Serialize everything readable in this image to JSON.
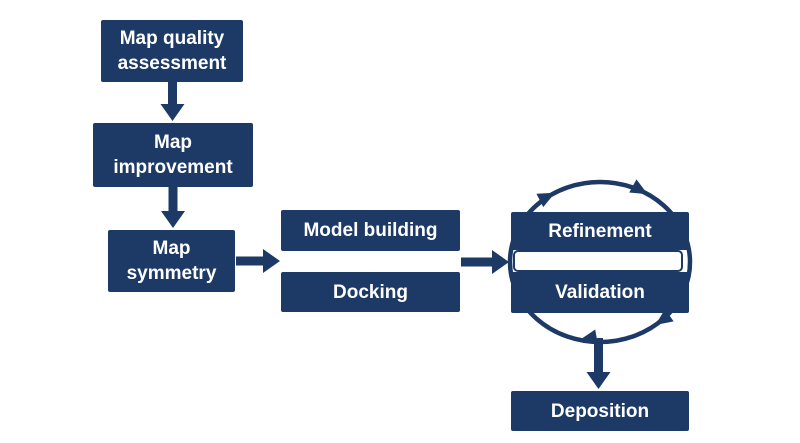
{
  "colors": {
    "box_fill": "#1d3a66",
    "box_text": "#ffffff",
    "canvas_bg": "#ffffff"
  },
  "diagram": {
    "title": "Cryo-EM map to model workflow flowchart",
    "boxes": {
      "map_quality": {
        "label": "Map quality assessment",
        "lines": [
          "Map quality",
          "assessment"
        ]
      },
      "map_improvement": {
        "label": "Map improvement",
        "lines": [
          "Map",
          "improvement"
        ]
      },
      "map_symmetry": {
        "label": "Map symmetry",
        "lines": [
          "Map",
          "symmetry"
        ]
      },
      "model_building": {
        "label": "Model building",
        "lines": [
          "Model building"
        ]
      },
      "docking": {
        "label": "Docking",
        "lines": [
          "Docking"
        ]
      },
      "refinement": {
        "label": "Refinement",
        "lines": [
          "Refinement"
        ]
      },
      "validation": {
        "label": "Validation",
        "lines": [
          "Validation"
        ]
      },
      "deposition": {
        "label": "Deposition",
        "lines": [
          "Deposition"
        ]
      }
    },
    "connections": [
      "Map quality assessment → Map improvement",
      "Map improvement → Map symmetry",
      "Map symmetry → Model building / Docking",
      "Model building / Docking → Refinement / Validation",
      "Refinement ⇄ Validation (cycle)",
      "Refinement / Validation → Deposition"
    ]
  }
}
